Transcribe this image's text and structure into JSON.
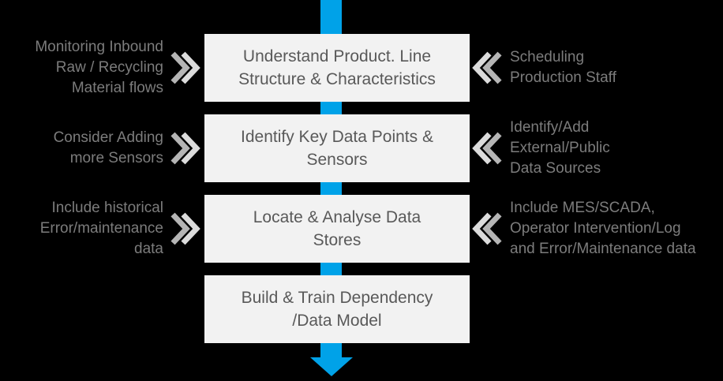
{
  "colors": {
    "background": "#000000",
    "arrow_blue": "#00a2e8",
    "box_bg": "#f2f2f2",
    "box_text": "#595959",
    "label_text": "#7c7c7c",
    "chevron_front": "#dcdcdc",
    "chevron_back": "#b5b5b5"
  },
  "flow": {
    "direction": "top-to-bottom",
    "steps": [
      {
        "label": "Understand Product. Line\nStructure & Characteristics"
      },
      {
        "label": "Identify Key Data Points &\nSensors"
      },
      {
        "label": "Locate & Analyse Data\nStores"
      },
      {
        "label": "Build & Train Dependency\n/Data Model"
      }
    ],
    "left_annotations": [
      {
        "text": "Monitoring Inbound\nRaw / Recycling\nMaterial flows",
        "connects_to_step": 1
      },
      {
        "text": "Consider Adding\nmore Sensors",
        "connects_to_step": 2
      },
      {
        "text": "Include historical\nError/maintenance\ndata",
        "connects_to_step": 3
      }
    ],
    "right_annotations": [
      {
        "text": "Scheduling\nProduction Staff",
        "connects_to_step": 1
      },
      {
        "text": "Identify/Add\nExternal/Public\nData Sources",
        "connects_to_step": 2
      },
      {
        "text": "Include MES/SCADA,\nOperator Intervention/Log\nand Error/Maintenance data",
        "connects_to_step": 3
      }
    ]
  }
}
